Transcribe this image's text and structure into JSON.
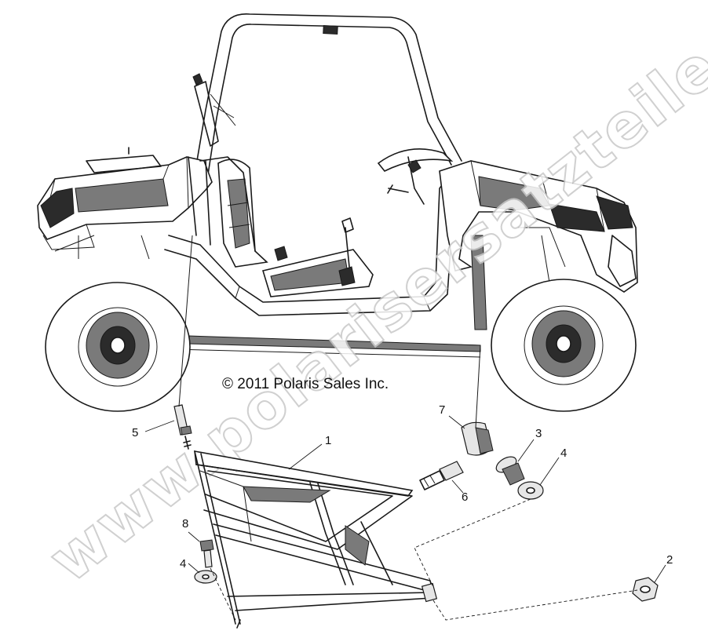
{
  "copyright": "© 2011 Polaris Sales Inc.",
  "watermark": "www.polarisersatzteile.de",
  "callouts": {
    "c1": "1",
    "c2": "2",
    "c3": "3",
    "c4a": "4",
    "c4b": "4",
    "c5": "5",
    "c6": "6",
    "c7": "7",
    "c8": "8"
  }
}
